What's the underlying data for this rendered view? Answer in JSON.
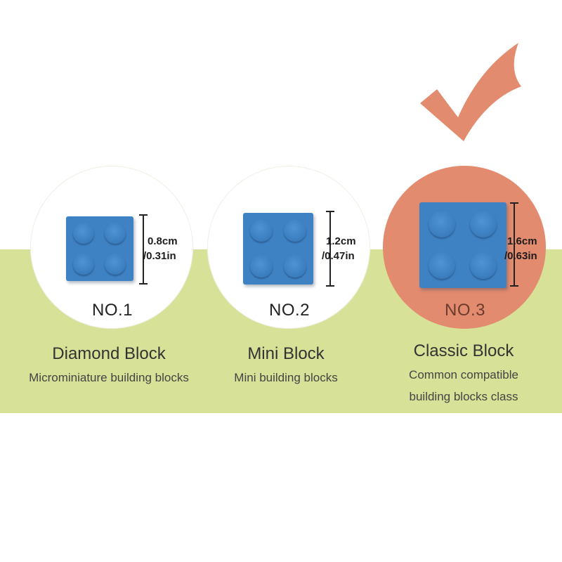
{
  "accent_colors": {
    "band": "#d7e197",
    "selected_circle": "#e38b6f",
    "brick": "#3f82c4",
    "checkmark": "#e38b6f"
  },
  "options": [
    {
      "number": "NO.1",
      "size_cm": "0.8cm",
      "size_in": "/0.31in",
      "name": "Diamond Block",
      "description": [
        "Microminiature building blocks"
      ],
      "selected": false
    },
    {
      "number": "NO.2",
      "size_cm": "1.2cm",
      "size_in": "/0.47in",
      "name": "Mini Block",
      "description": [
        "Mini building blocks"
      ],
      "selected": false
    },
    {
      "number": "NO.3",
      "size_cm": "1.6cm",
      "size_in": "/0.63in",
      "name": "Classic Block",
      "description": [
        "Common compatible",
        "building blocks class"
      ],
      "selected": true
    }
  ],
  "selected_indicator": "checkmark-icon"
}
